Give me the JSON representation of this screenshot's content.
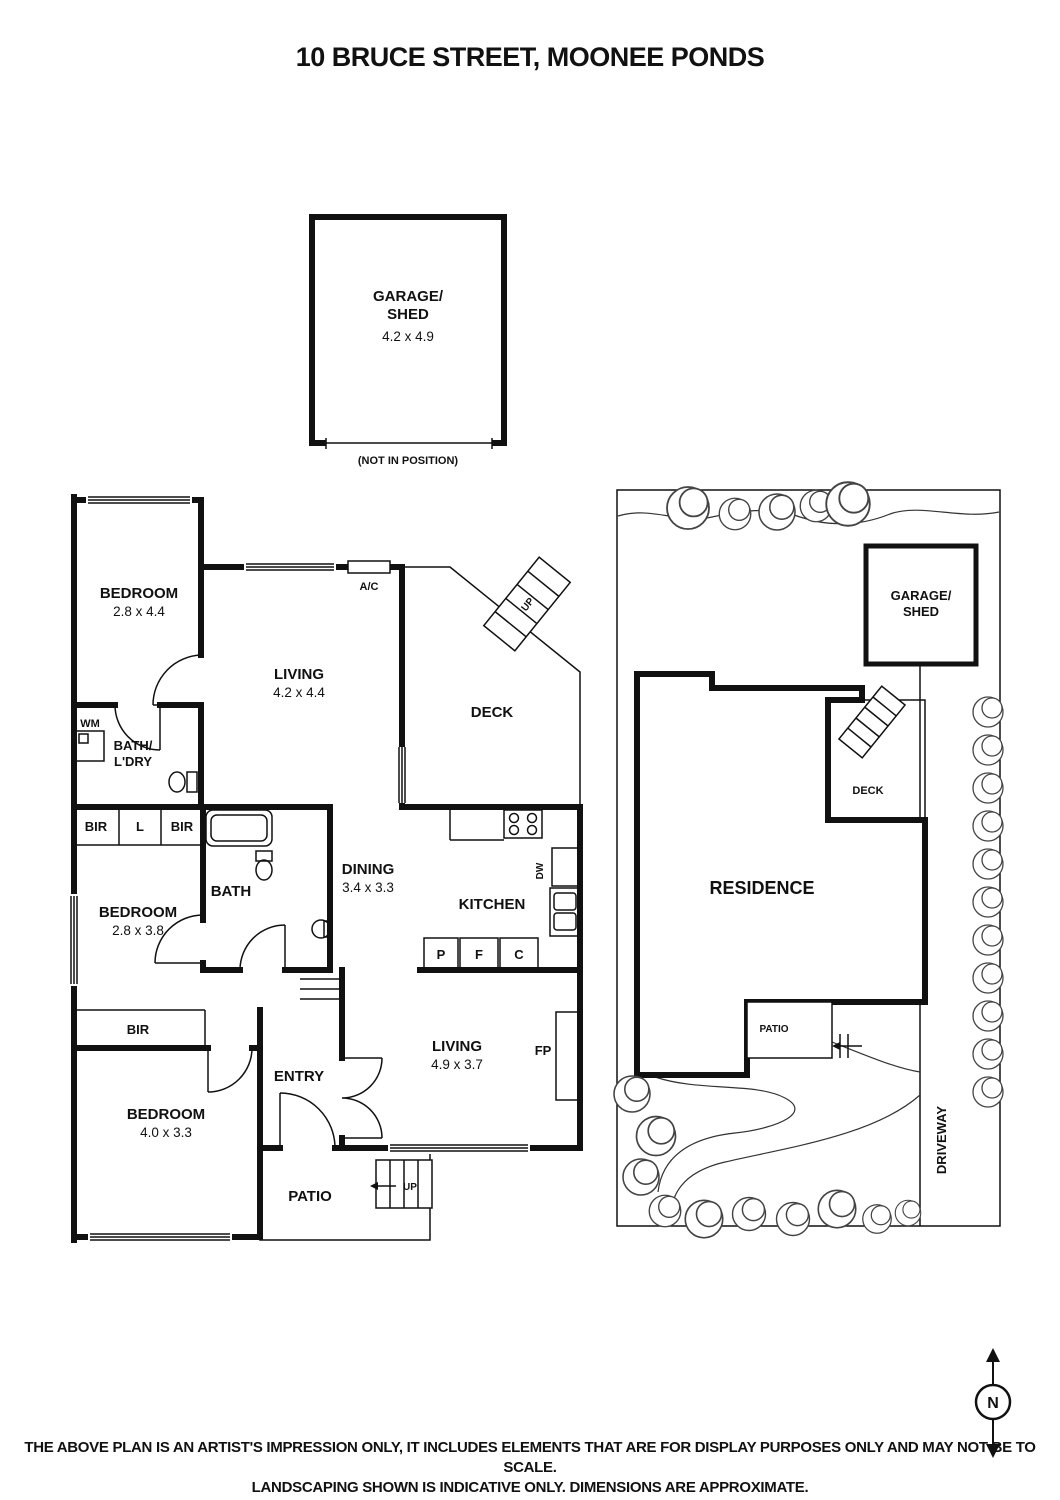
{
  "title": "10 BRUCE STREET, MOONEE PONDS",
  "detached_garage": {
    "name_line1": "GARAGE/",
    "name_line2": "SHED",
    "dims": "4.2 x 4.9",
    "note": "(NOT IN POSITION)"
  },
  "floorplan": {
    "bedroom1": {
      "name": "BEDROOM",
      "dims": "2.8 x 4.4"
    },
    "living1": {
      "name": "LIVING",
      "dims": "4.2 x 4.4"
    },
    "ac_label": "A/C",
    "deck_label": "DECK",
    "deck_stairs_label": "UP",
    "wm_label": "WM",
    "bath_ldry": {
      "line1": "BATH/",
      "line2": "L'DRY"
    },
    "bir_left": "BIR",
    "linen": "L",
    "bir_right": "BIR",
    "bath_label": "BATH",
    "bedroom2": {
      "name": "BEDROOM",
      "dims": "2.8 x 3.8"
    },
    "dining": {
      "name": "DINING",
      "dims": "3.4 x 3.3"
    },
    "kitchen_label": "KITCHEN",
    "dw_label": "DW",
    "pantry": "P",
    "fridge": "F",
    "cupboard": "C",
    "bir_bedroom3": "BIR",
    "entry_label": "ENTRY",
    "bedroom3": {
      "name": "BEDROOM",
      "dims": "4.0 x 3.3"
    },
    "living2": {
      "name": "LIVING",
      "dims": "4.9 x 3.7"
    },
    "fp_label": "FP",
    "patio_label": "PATIO",
    "patio_stairs_label": "UP"
  },
  "siteplan": {
    "garage": {
      "line1": "GARAGE/",
      "line2": "SHED"
    },
    "deck_label": "DECK",
    "residence_label": "RESIDENCE",
    "patio_label": "PATIO",
    "driveway_label": "DRIVEWAY"
  },
  "compass": {
    "north": "N"
  },
  "disclaimer": {
    "line1": "THE ABOVE PLAN IS AN ARTIST'S IMPRESSION ONLY, IT INCLUDES ELEMENTS THAT ARE FOR DISPLAY PURPOSES ONLY AND MAY NOT BE TO SCALE.",
    "line2": "LANDSCAPING SHOWN IS INDICATIVE ONLY. DIMENSIONS ARE APPROXIMATE."
  }
}
